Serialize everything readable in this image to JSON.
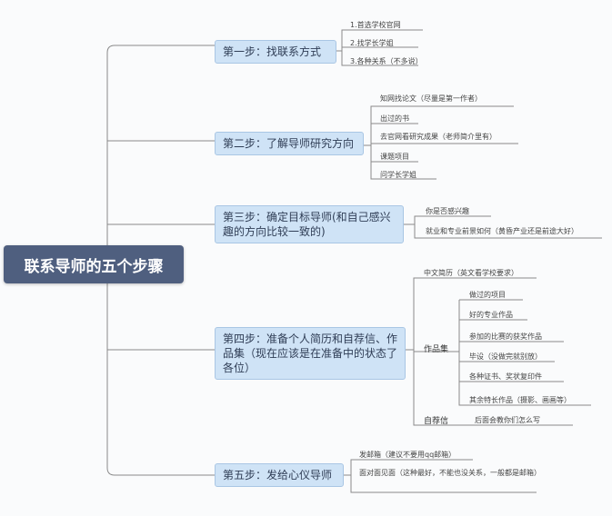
{
  "root": "联系导师的五个步骤",
  "step1": {
    "title": "第一步：找联系方式",
    "items": [
      "1.首选学校官网",
      "2.找学长学姐",
      "3.各种关系（不多说）"
    ]
  },
  "step2": {
    "title": "第二步：了解导师研究方向",
    "items": [
      "知网找论文（尽量是第一作者）",
      "出过的书",
      "去官网看研究成果（老师简介里有）",
      "课题项目",
      "问学长学姐"
    ]
  },
  "step3": {
    "title": "第三步：确定目标导师(和自己感兴趣的方向比较一致的)",
    "items": [
      "你是否感兴趣",
      "就业和专业前景如何（黄昏产业还是前途大好）"
    ]
  },
  "step4": {
    "title": "第四步：准备个人简历和自荐信、作品集（现在应该是在准备中的状态了各位）",
    "resume": "中文简历（英文看学校要求）",
    "portfolio": "作品集",
    "portfolio_items": [
      "做过的项目",
      "好的专业作品",
      "参加的比赛的获奖作品",
      "毕设（没做完就别放）",
      "各种证书、奖状复印件",
      "其余特长作品（摄影、画画等）"
    ],
    "letter": "自荐信",
    "letter_item": "后面会教你们怎么写"
  },
  "step5": {
    "title": "第五步：发给心仪导师",
    "items": [
      "发邮箱（建议不要用qq邮箱）",
      "面对面见面（这种最好，不能也没关系，一般都是邮箱）"
    ]
  },
  "colors": {
    "root_bg": "#4f5f7f",
    "step_bg": "#cfe3f6",
    "line": "#888888"
  }
}
